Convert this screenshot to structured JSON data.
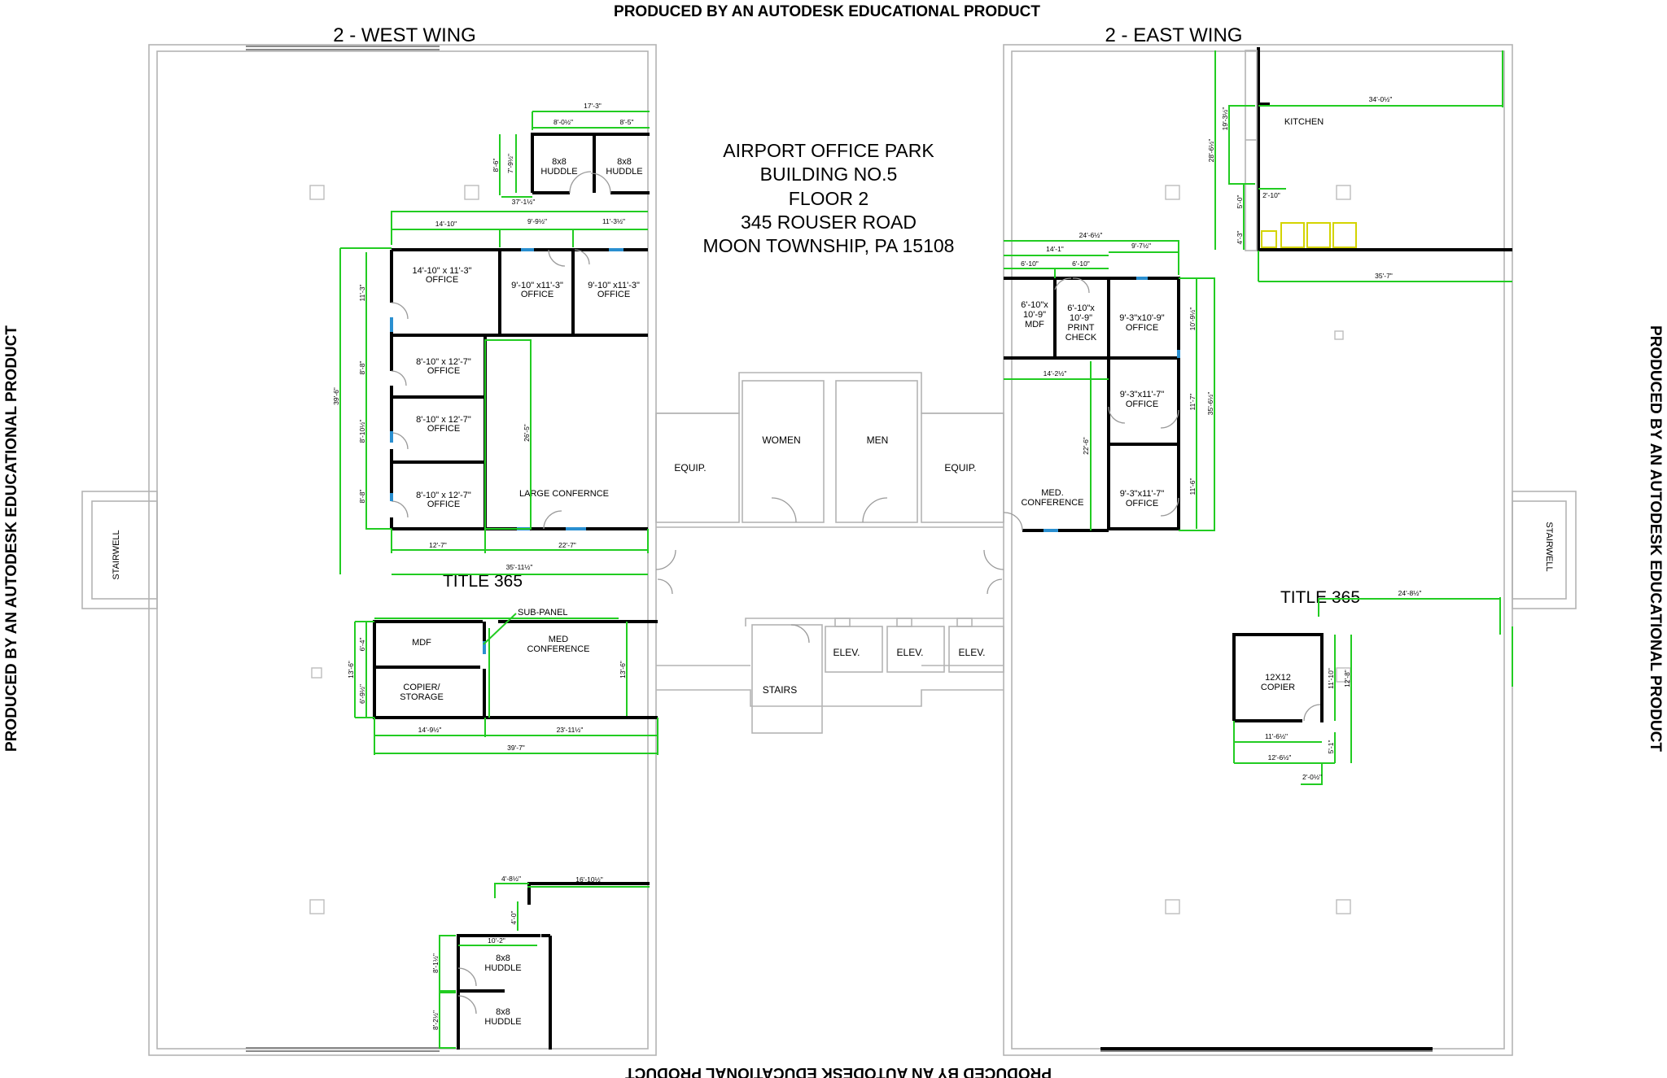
{
  "watermark": "PRODUCED BY AN AUTODESK EDUCATIONAL PRODUCT",
  "wings": {
    "west": "2 - WEST WING",
    "east": "2 - EAST WING"
  },
  "address": [
    "AIRPORT OFFICE PARK",
    "BUILDING NO.5",
    "FLOOR 2",
    "345 ROUSER ROAD",
    "MOON TOWNSHIP, PA 15108"
  ],
  "title_tags": {
    "west": "TITLE  365",
    "east": "TITLE  365"
  },
  "rooms": {
    "huddle_8x8": [
      "8x8",
      "HUDDLE"
    ],
    "office_1": [
      "14'-10\" x 11'-3\"",
      "OFFICE"
    ],
    "office_2": [
      "9'-10\" x11'-3\"",
      "OFFICE"
    ],
    "office_3": [
      "9'-10\" x11'-3\"",
      "OFFICE"
    ],
    "office_a": [
      "8'-10\" x 12'-7\"",
      "OFFICE"
    ],
    "large_conference": "LARGE CONFERNCE",
    "mdf_w": "MDF",
    "sub_panel": "SUB-PANEL",
    "med_conference_w": [
      "MED",
      "CONFERENCE"
    ],
    "copier_storage": [
      "COPIER/",
      "STORAGE"
    ],
    "stairwell": "STAIRWELL",
    "equip": "EQUIP.",
    "women": "WOMEN",
    "men": "MEN",
    "elev": "ELEV.",
    "stairs": "STAIRS",
    "kitchen": "KITCHEN",
    "mdf_e": [
      "6'-10\"x",
      "10'-9\"",
      "MDF"
    ],
    "print_check": [
      "6'-10\"x",
      "10'-9\"",
      "PRINT",
      "CHECK"
    ],
    "office_e1": [
      "9'-3\"x10'-9\"",
      "OFFICE"
    ],
    "office_e2": [
      "9'-3\"x11'-7\"",
      "OFFICE"
    ],
    "med_conference_e": [
      "MED.",
      "CONFERENCE"
    ],
    "copier_12x12": [
      "12X12",
      "COPIER"
    ]
  },
  "dims": {
    "d1": "17'-3\"",
    "d2": "8'-0½\"",
    "d3": "8'-5\"",
    "d4": "8'-6\"",
    "d5": "7'-9½\"",
    "d6": "37'-1½\"",
    "d7": "14'-10\"",
    "d8": "9'-9½\"",
    "d9": "11'-3½\"",
    "d10": "11'-3\"",
    "d11": "39'-6\"",
    "d12": "8'-8\"",
    "d13": "8'-10½\"",
    "d14": "26'-5\"",
    "d15": "12'-7\"",
    "d16": "22'-7\"",
    "d17": "35'-11½\"",
    "d18": "6'-4\"",
    "d19": "13'-6\"",
    "d20": "6'-9½\"",
    "d21": "14'-9½\"",
    "d22": "23'-11½\"",
    "d23": "39'-7\"",
    "d24": "13'-6\"",
    "d25": "4'-8½\"",
    "d26": "16'-10½\"",
    "d27": "4'-0\"",
    "d28": "10'-2\"",
    "d29": "8'-1½\"",
    "d30": "8'-2½\"",
    "e1": "34'-0½\"",
    "e2": "19'-3½\"",
    "e3": "28'-6½\"",
    "e4": "5'-0\"",
    "e5": "2'-10\"",
    "e6": "4'-3\"",
    "e7": "35'-7\"",
    "e8": "24'-6½\"",
    "e9": "14'-1\"",
    "e10": "9'-7½\"",
    "e11": "6'-10\"",
    "e12": "10'-9½\"",
    "e13": "14'-2½\"",
    "e14": "11'-7\"",
    "e15": "35'-6½\"",
    "e16": "22'-6\"",
    "e17": "11'-6\"",
    "e18": "24'-8½\"",
    "e19": "11'-10\"",
    "e20": "12'-8\"",
    "e21": "11'-6½\"",
    "e22": "12'-6½\"",
    "e23": "5'-1\"",
    "e24": "2'-0½\""
  },
  "colors": {
    "walls": "#000000",
    "dimensions": "#22cc22",
    "windows": "#2a8fd0",
    "fixtures": "#d4d400",
    "outline": "#b4b4b4"
  }
}
